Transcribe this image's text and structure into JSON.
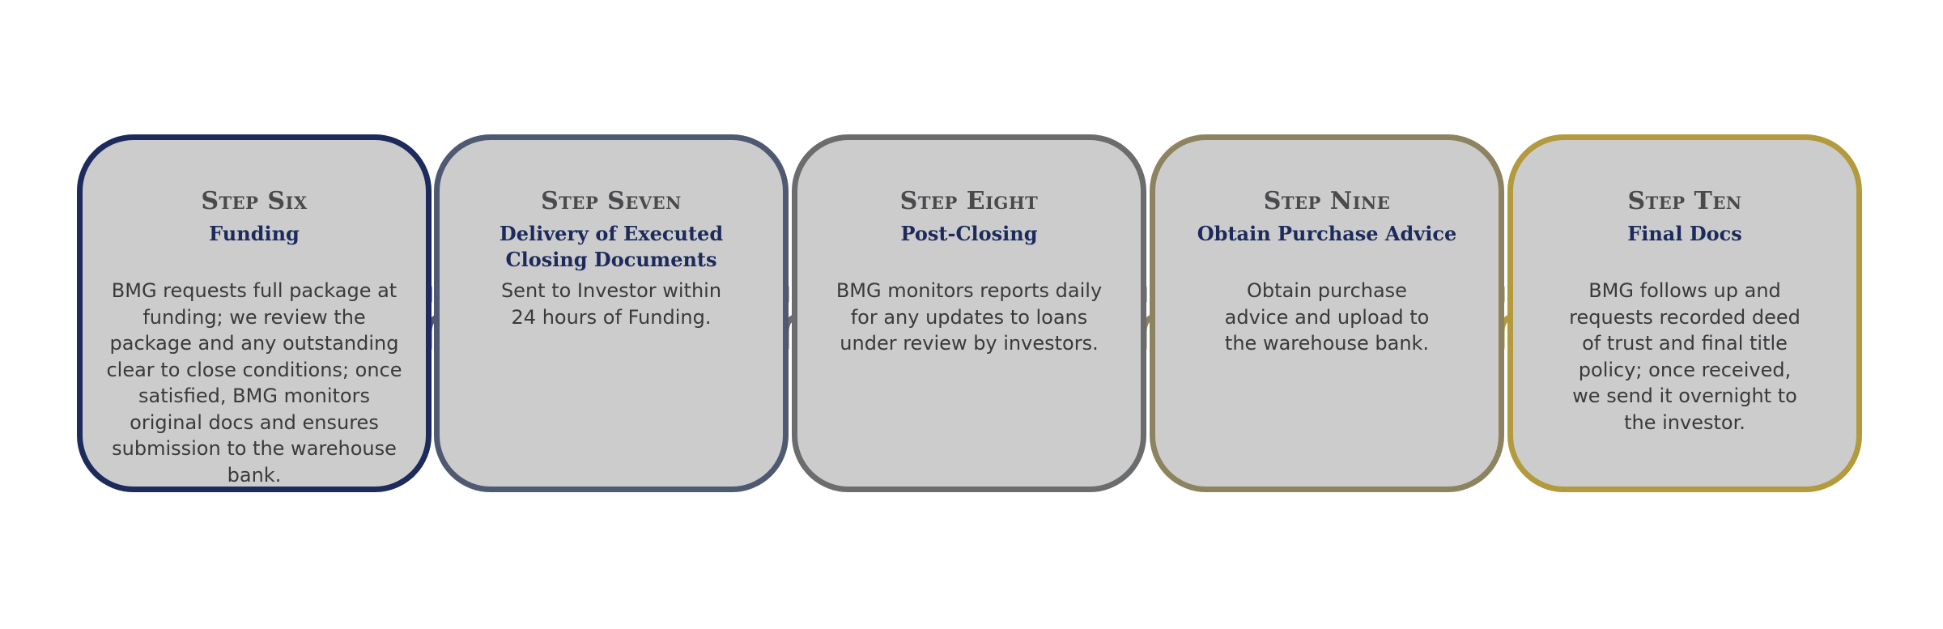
{
  "steps": [
    {
      "title": "Step Six",
      "subtitle": "Funding",
      "body": "BMG requests full package at funding; we review the package and any outstanding clear to close conditions; once satisfied, BMG monitors original docs and ensures submission to the warehouse bank.",
      "color": "#1d2b5c"
    },
    {
      "title": "Step Seven",
      "subtitle": "Delivery of Executed Closing Documents",
      "body": "Sent to Investor within 24 hours of Funding.",
      "color": "#4f5a72"
    },
    {
      "title": "Step Eight",
      "subtitle": "Post-Closing",
      "body": "BMG monitors reports daily for any updates to loans under review by investors.",
      "color": "#6b6c6e"
    },
    {
      "title": "Step Nine",
      "subtitle": "Obtain Purchase Advice",
      "body": "Obtain purchase advice and upload to the warehouse bank.",
      "color": "#8d8360"
    },
    {
      "title": "Step Ten",
      "subtitle": "Final Docs",
      "body": "BMG follows up and requests recorded deed of trust and final title policy; once received, we send it overnight to the investor.",
      "color": "#b39a3c"
    }
  ],
  "colors": {
    "box_fill": "#cccccd",
    "title_text": "#4a4a4c",
    "subtitle_text": "#1d2b5c",
    "body_text": "#3a3a3c"
  }
}
